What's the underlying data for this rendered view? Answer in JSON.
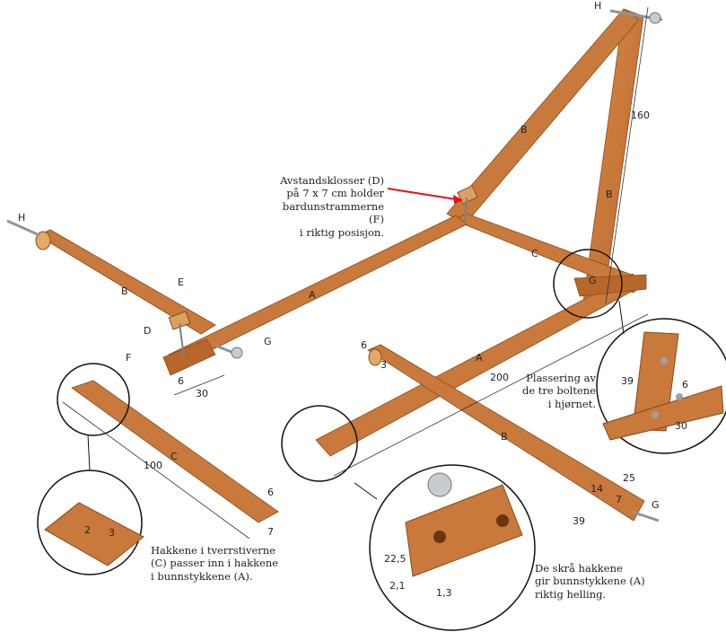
{
  "parts": {
    "A": "A",
    "B": "B",
    "C": "C",
    "D": "D",
    "E": "E",
    "F": "F",
    "G": "G",
    "H": "H"
  },
  "dimensions": {
    "d160": "160",
    "d200": "200",
    "d100": "100",
    "d30": "30",
    "d6": "6",
    "d7": "7",
    "d2": "2",
    "d3": "3",
    "d25": "25",
    "d14": "14",
    "d39": "39",
    "d22_5": "22,5",
    "d2_1": "2,1",
    "d1_3": "1,3",
    "d39b": "39",
    "d30b": "30",
    "d6b": "6",
    "d6c": "6",
    "d3b": "3",
    "d6d": "6",
    "d7b": "7"
  },
  "notes": {
    "spacer_l1": "Avstandsklosser (D)",
    "spacer_l2": "på 7 x 7 cm holder",
    "spacer_l3": "bardunstrammerne (F)",
    "spacer_l4": "i riktig posisjon.",
    "bolts_l1": "Plassering av",
    "bolts_l2": "de tre boltene",
    "bolts_l3": "i hjørnet.",
    "notch_c_l1": "Hakkene i tverrstiverne",
    "notch_c_l2": "(C) passer inn i hakkene",
    "notch_c_l3": "i bunnstykkene (A).",
    "slant_l1": "De skrå hakkene",
    "slant_l2": "gir bunnstykkene (A)",
    "slant_l3": "riktig helling."
  },
  "colors": {
    "wood": "#c9783a",
    "wood_dark": "#a85c26",
    "wood_light": "#dc9555",
    "end_grain": "#e3a968",
    "metal": "#9aa1a8",
    "arrow": "#e0141c"
  }
}
